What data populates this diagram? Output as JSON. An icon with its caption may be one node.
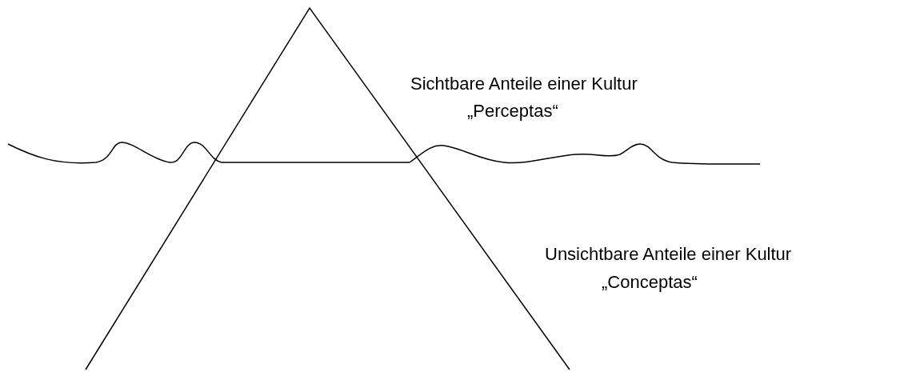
{
  "diagram": {
    "labels": [
      "Sichtbare Anteile einer Kultur",
      "„Perceptas“",
      "Unsichtbare Anteile einer Kultur",
      "„Conceptas“"
    ]
  }
}
